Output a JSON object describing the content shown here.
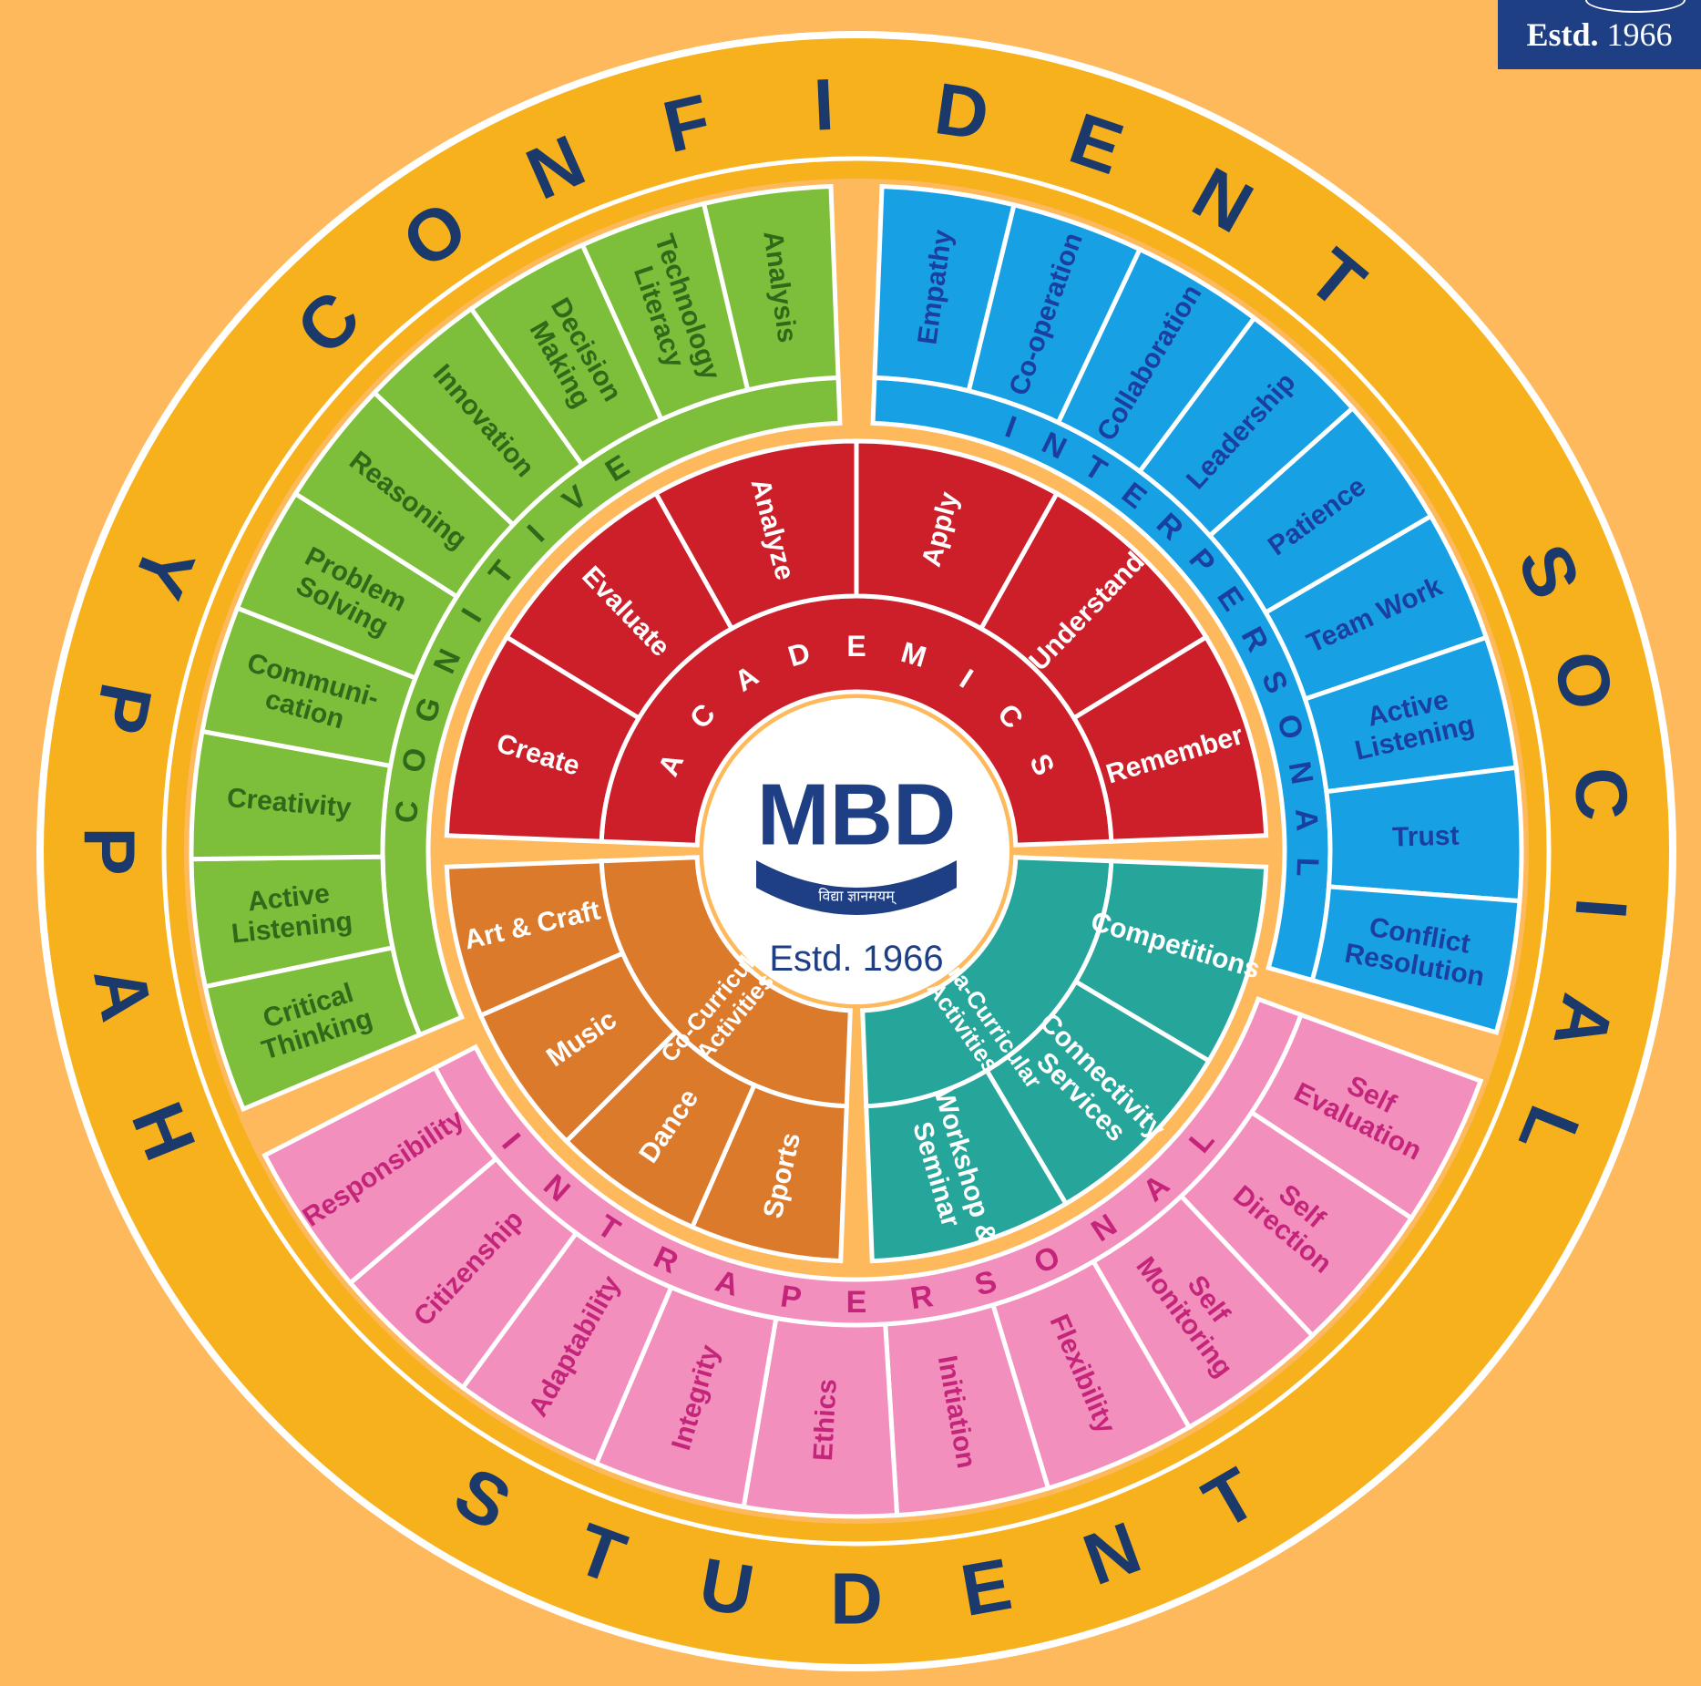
{
  "badge": {
    "estd_bold": "Estd.",
    "estd_year": "1966"
  },
  "outer_ring": {
    "top": "CONFIDENT",
    "right": "SOCIAL",
    "bottom": "STUDENT",
    "left": "HAPPY"
  },
  "center": {
    "logo_letters": "MBD",
    "motto": "विद्या ज्ञानमयम्",
    "estd": "Estd. 1966"
  },
  "quadrants": {
    "cognitive": {
      "title": "COGNITIVE",
      "color": "#7dbf3a",
      "items": [
        "Critical Thinking",
        "Active Listening",
        "Creativity",
        "Communi- cation",
        "Problem Solving",
        "Reasoning",
        "Innovation",
        "Decision Making",
        "Technology Literacy",
        "Analysis"
      ]
    },
    "interpersonal": {
      "title": "INTERPERSONAL",
      "color": "#17a1e4",
      "items": [
        "Empathy",
        "Co-operation",
        "Collaboration",
        "Leadership",
        "Patience",
        "Team Work",
        "Active Listening",
        "Trust",
        "Conflict Resolution"
      ]
    },
    "intrapersonal": {
      "title": "INTRAPERSONAL",
      "color": "#f28fbd",
      "items": [
        "Self Evaluation",
        "Self Direction",
        "Self Monitoring",
        "Flexibility",
        "Initiation",
        "Ethics",
        "Integrity",
        "Adaptability",
        "Citizenship",
        "Responsibility"
      ]
    }
  },
  "inner": {
    "academics": {
      "title": "ACADEMICS",
      "color": "#cc1f2a",
      "items": [
        "Create",
        "Evaluate",
        "Analyze",
        "Apply",
        "Understand",
        "Remember"
      ]
    },
    "co_curricular": {
      "title": "Co-Curricular Activities",
      "color": "#dc7a2c",
      "items": [
        "Sports",
        "Dance",
        "Music",
        "Art & Craft"
      ]
    },
    "extra_curricular": {
      "title": "Extra-Curricular Activities",
      "color": "#26a59b",
      "items": [
        "Competitions",
        "Connectivity Services",
        "Workshop & Seminar"
      ]
    }
  },
  "colors": {
    "background": "#fdb95c",
    "ring": "#f6b11d",
    "ring_text": "#1b3a6b",
    "cognitive_text": "#2f6a1a",
    "interpersonal_text": "#1b3fa0",
    "intrapersonal_text": "#c4257a",
    "logo": "#1f3f85"
  }
}
